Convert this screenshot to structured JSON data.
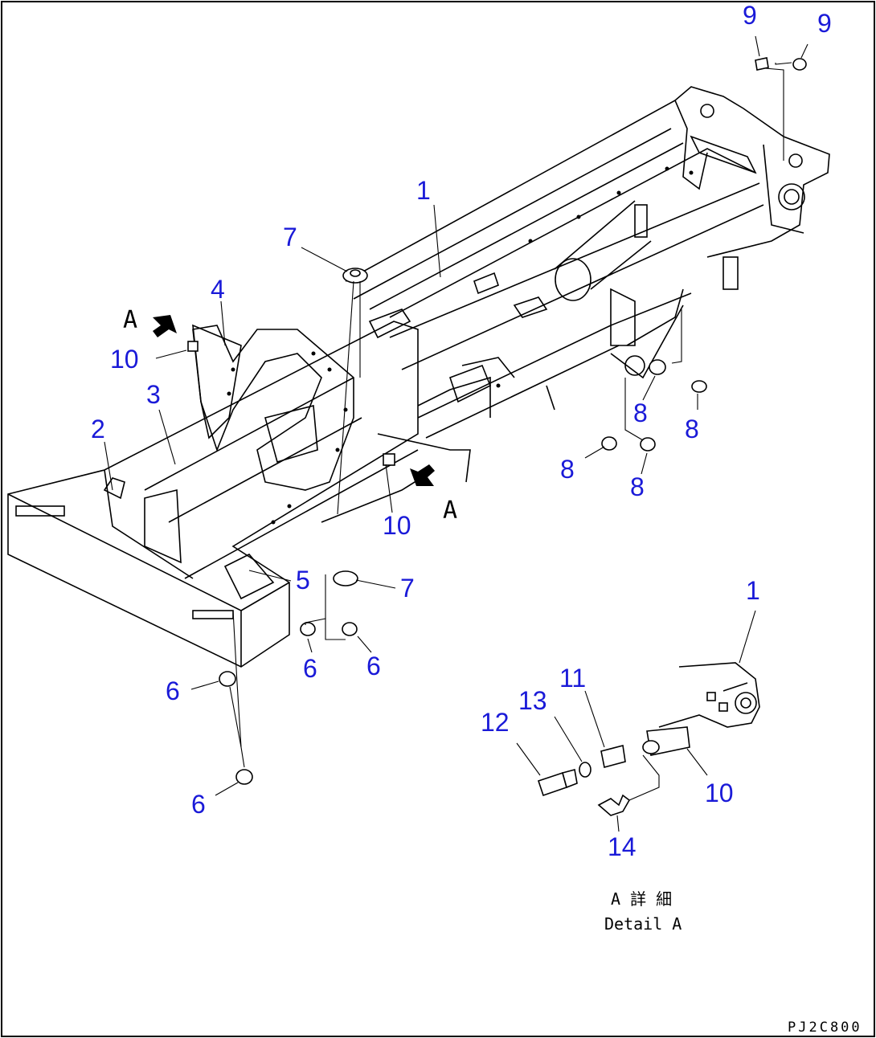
{
  "diagram": {
    "callouts": {
      "c1_main": "1",
      "c1_detail": "1",
      "c2": "2",
      "c3": "3",
      "c4": "4",
      "c5": "5",
      "c6_a": "6",
      "c6_b": "6",
      "c6_c": "6",
      "c6_d": "6",
      "c7_top": "7",
      "c7_bottom": "7",
      "c8_a": "8",
      "c8_b": "8",
      "c8_c": "8",
      "c8_d": "8",
      "c9_a": "9",
      "c9_b": "9",
      "c10_left": "10",
      "c10_mid": "10",
      "c10_detail": "10",
      "c11": "11",
      "c12": "12",
      "c13": "13",
      "c14": "14"
    },
    "view_markers": {
      "left": "A",
      "right": "A"
    },
    "detail_caption": {
      "jp": "A 詳 細",
      "en": "Detail A"
    },
    "drawing_code": "PJ2C800",
    "colors": {
      "callout": "#1a1ad8",
      "line": "#000000",
      "background": "#ffffff"
    }
  }
}
